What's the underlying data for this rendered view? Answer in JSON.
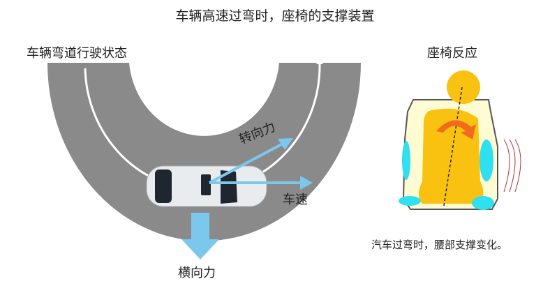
{
  "title": "车辆高速过弯时，座椅的支撑装置",
  "left_panel": {
    "heading": "车辆弯道行驶状态",
    "labels": {
      "turning_force": "转向力",
      "vehicle_speed": "车速",
      "lateral_force": "横向力"
    }
  },
  "right_panel": {
    "heading": "座椅反应",
    "caption": "汽车过弯时，腰部支撑变化。"
  },
  "colors": {
    "road": "#8a8a8a",
    "arrow": "#7cc8ec",
    "seat_fill": "#fffbd2",
    "body": "#f9c211",
    "rotation_arrow": "#f26a1b",
    "bolster": "#2fe0f0"
  }
}
